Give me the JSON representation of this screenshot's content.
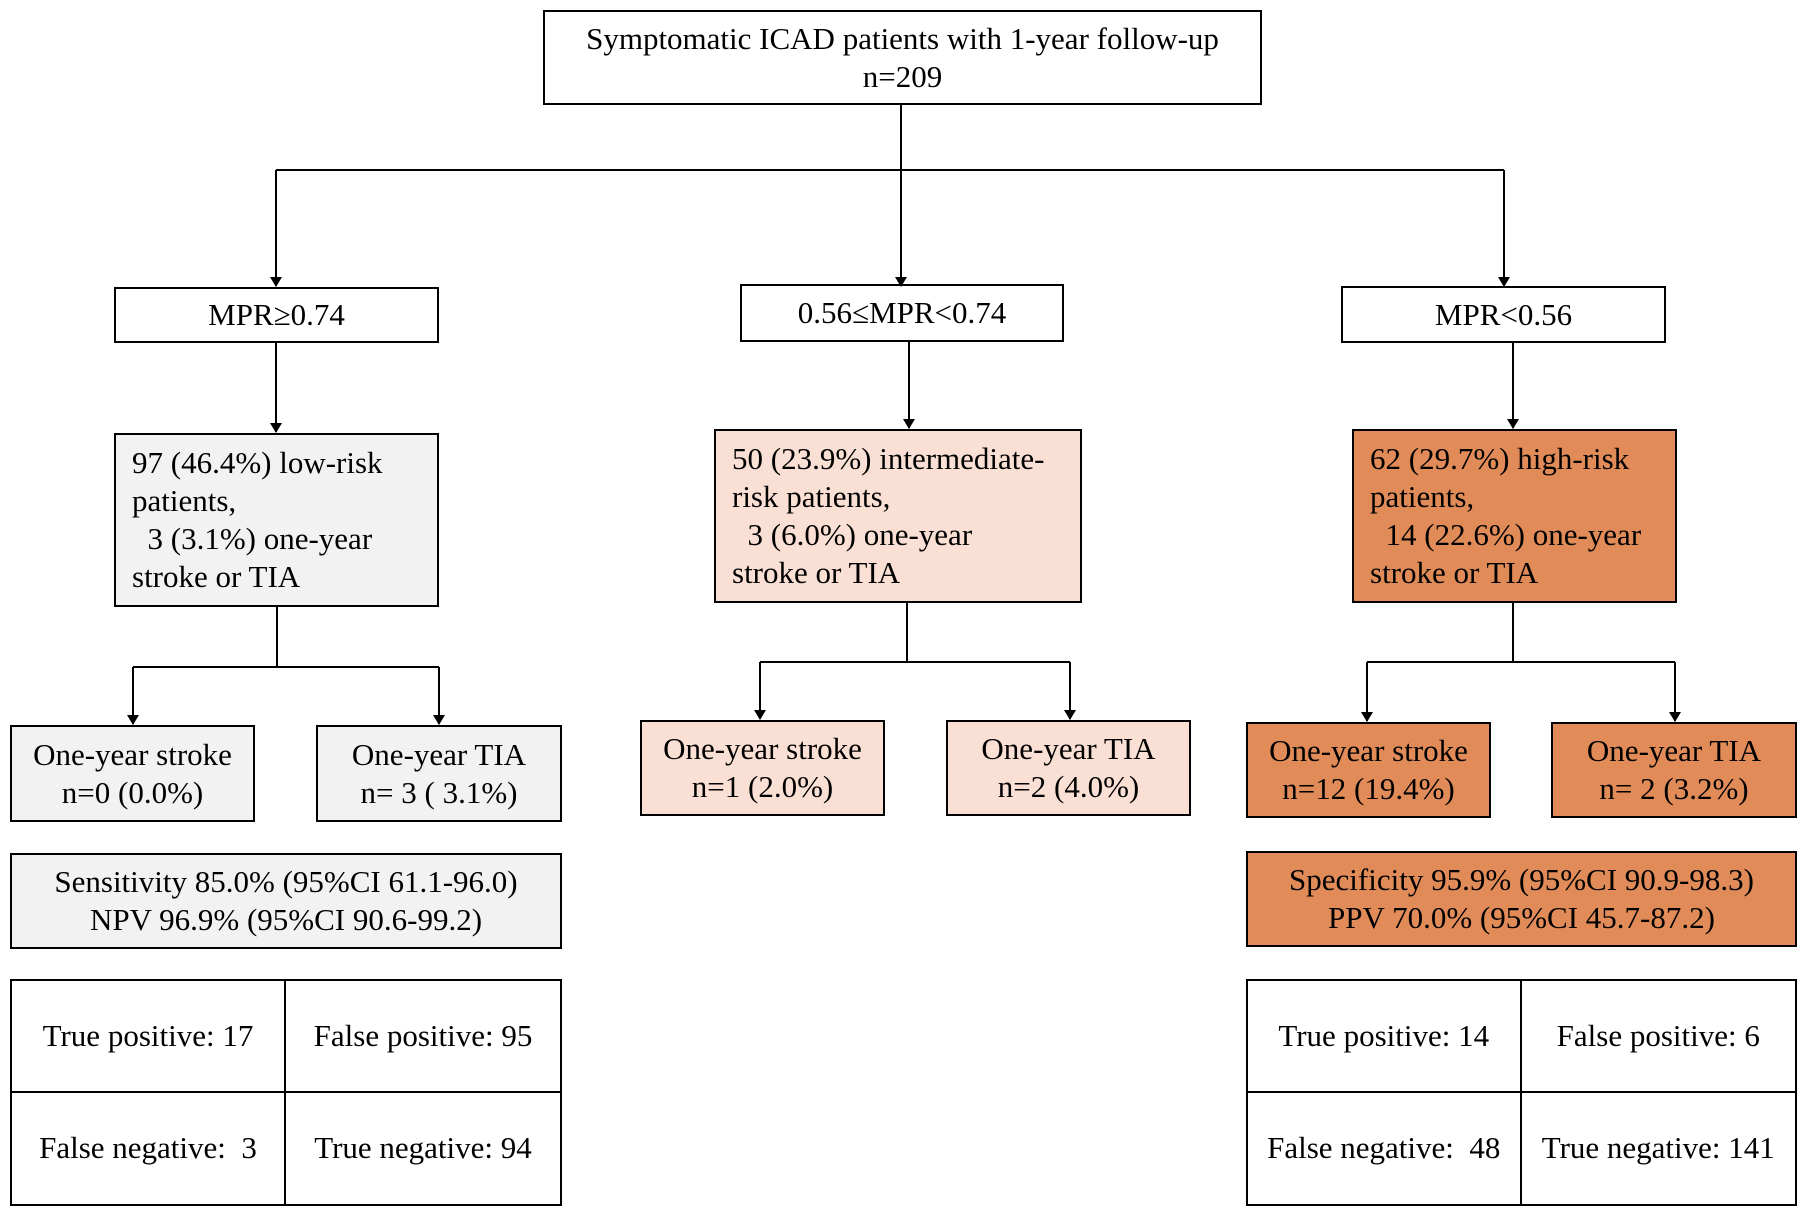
{
  "root": {
    "line1": "Symptomatic ICAD patients with 1-year follow-up",
    "line2": "n=209"
  },
  "groups": {
    "low": {
      "threshold": "MPR≥0.74",
      "summary": [
        "97 (46.4%) low-risk",
        "patients,",
        "  3 (3.1%) one-year",
        "stroke or TIA"
      ],
      "stroke": [
        "One-year stroke",
        "n=0 (0.0%)"
      ],
      "tia": [
        "One-year TIA",
        "n= 3 ( 3.1%)"
      ],
      "metrics": [
        "Sensitivity 85.0% (95%CI 61.1-96.0)",
        "NPV 96.9% (95%CI 90.6-99.2)"
      ],
      "confusion": {
        "true_positive": "True positive: 17",
        "false_positive": "False positive: 95",
        "false_negative": "False negative:  3",
        "true_negative": "True negative: 94"
      }
    },
    "mid": {
      "threshold": "0.56≤MPR<0.74",
      "summary": [
        "50 (23.9%) intermediate-",
        "risk patients,",
        "  3 (6.0%) one-year",
        "stroke or TIA"
      ],
      "stroke": [
        "One-year stroke",
        "n=1 (2.0%)"
      ],
      "tia": [
        "One-year TIA",
        "n=2 (4.0%)"
      ]
    },
    "high": {
      "threshold": "MPR<0.56",
      "summary": [
        "62 (29.7%) high-risk",
        "patients,",
        "  14 (22.6%) one-year",
        "stroke or TIA"
      ],
      "stroke": [
        "One-year stroke",
        "n=12 (19.4%)"
      ],
      "tia": [
        "One-year TIA",
        "n= 2 (3.2%)"
      ],
      "metrics": [
        "Specificity 95.9% (95%CI 90.9-98.3)",
        "PPV 70.0% (95%CI 45.7-87.2)"
      ],
      "confusion": {
        "true_positive": "True positive: 14",
        "false_positive": "False positive: 6",
        "false_negative": "False negative:  48",
        "true_negative": "True negative: 141"
      }
    }
  },
  "colors": {
    "low": "#f2f2f2",
    "mid": "#fae0d4",
    "high": "#e18b58",
    "line": "#000000"
  }
}
